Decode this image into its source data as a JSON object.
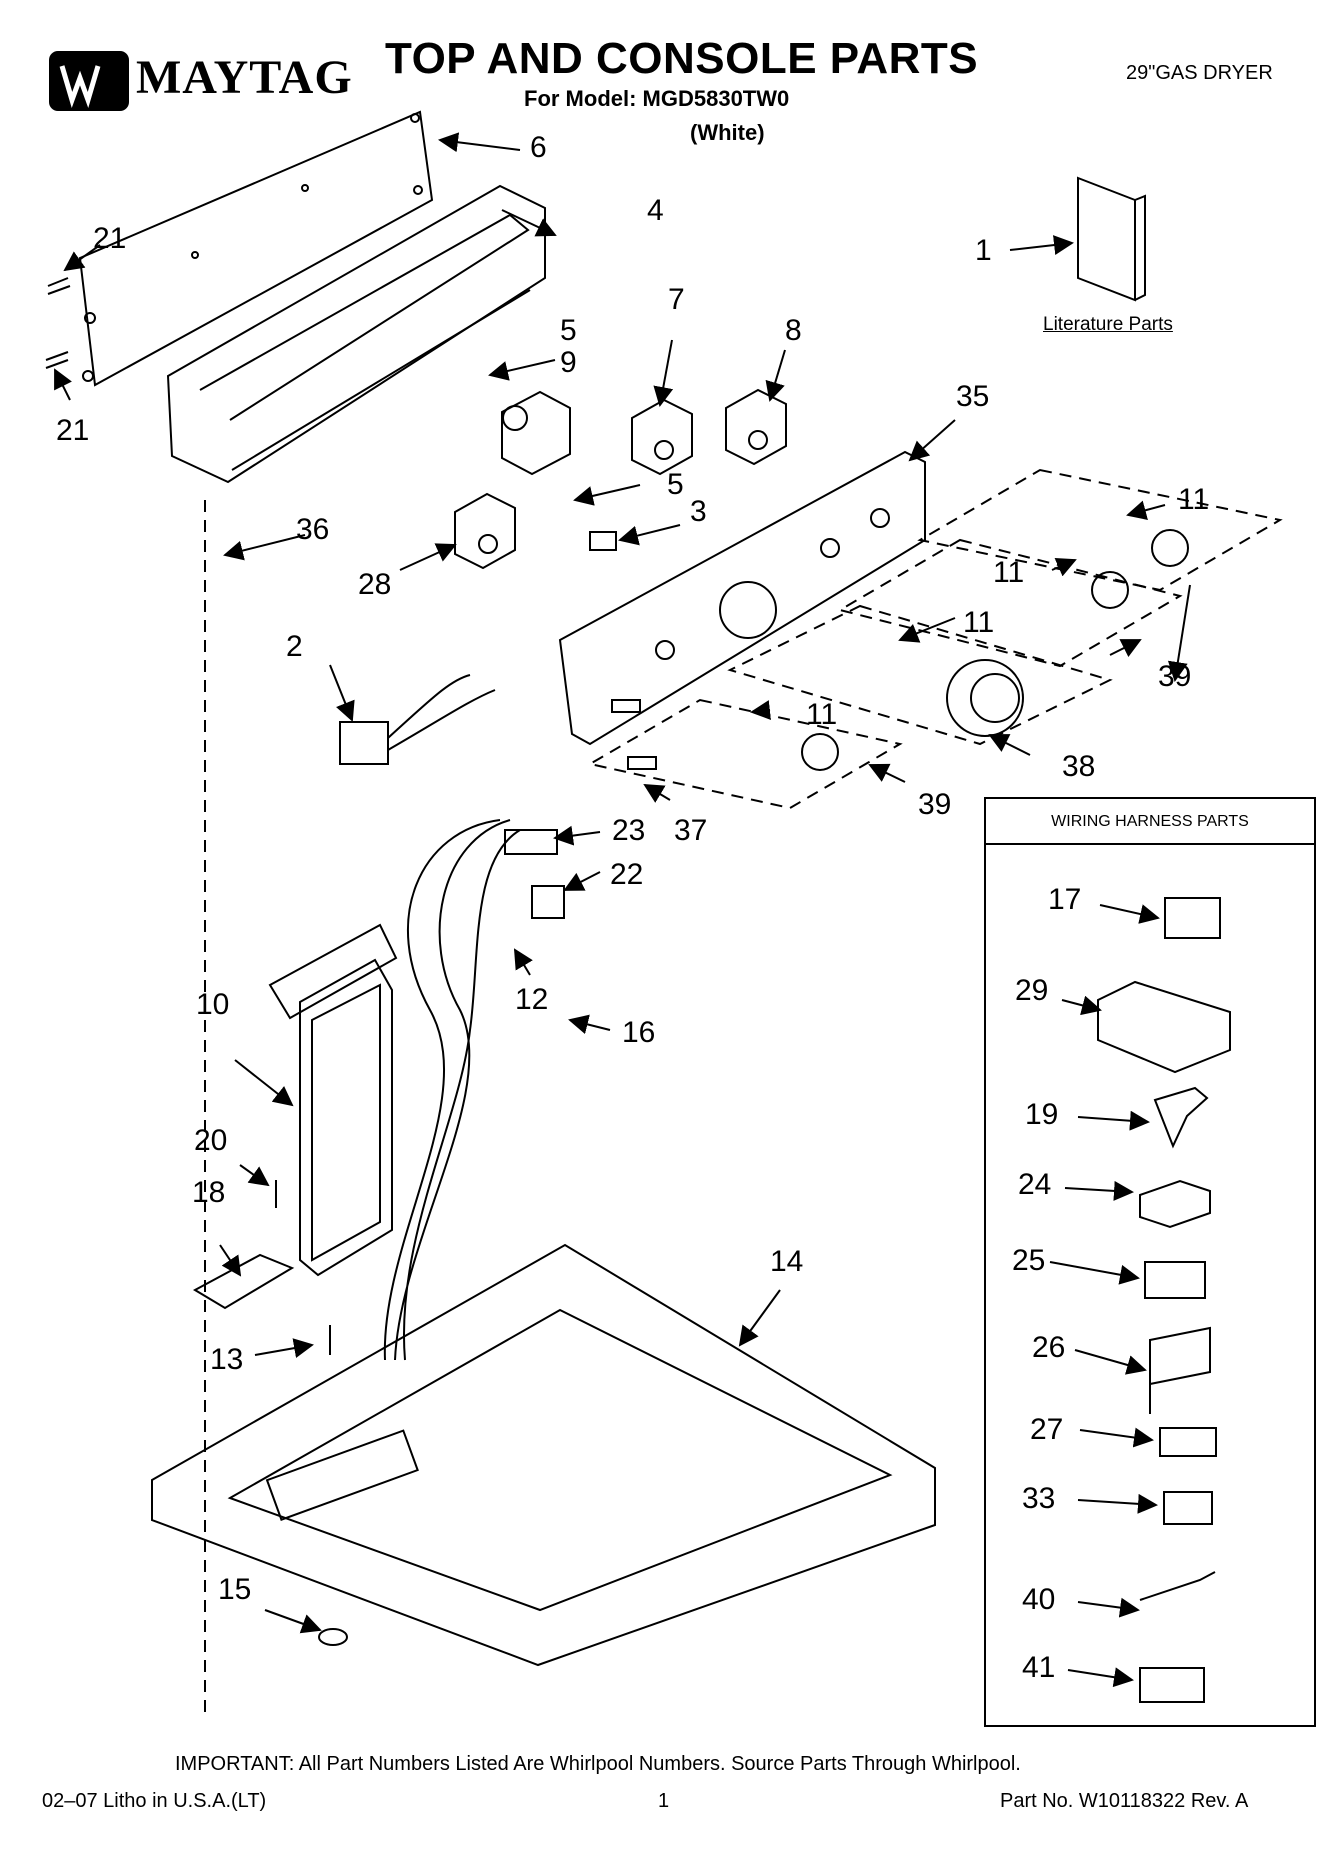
{
  "header": {
    "brand": "MAYTAG",
    "title": "TOP AND CONSOLE PARTS",
    "model_line": "For Model: MGD5830TW0",
    "color_line": "(White)",
    "product_type": "29\"GAS DRYER"
  },
  "literature_label": "Literature Parts",
  "wiring_box_title": "WIRING HARNESS PARTS",
  "callouts": {
    "c1": "1",
    "c2": "2",
    "c3": "3",
    "c4": "4",
    "c5a": "5",
    "c5b": "5",
    "c6": "6",
    "c7": "7",
    "c8": "8",
    "c9": "9",
    "c10": "10",
    "c11a": "11",
    "c11b": "11",
    "c11c": "11",
    "c11d": "11",
    "c12": "12",
    "c13": "13",
    "c14": "14",
    "c15": "15",
    "c16": "16",
    "c17": "17",
    "c18": "18",
    "c19": "19",
    "c20": "20",
    "c21a": "21",
    "c21b": "21",
    "c22": "22",
    "c23": "23",
    "c24": "24",
    "c25": "25",
    "c26": "26",
    "c27": "27",
    "c28": "28",
    "c29": "29",
    "c33": "33",
    "c35": "35",
    "c36": "36",
    "c37": "37",
    "c38": "38",
    "c39a": "39",
    "c39b": "39",
    "c40": "40",
    "c41": "41"
  },
  "footer": {
    "important": "IMPORTANT: All Part Numbers Listed Are Whirlpool Numbers. Source Parts Through Whirlpool.",
    "litho": "02–07 Litho in U.S.A.(LT)",
    "page": "1",
    "part_no": "Part No. W10118322 Rev. A"
  }
}
